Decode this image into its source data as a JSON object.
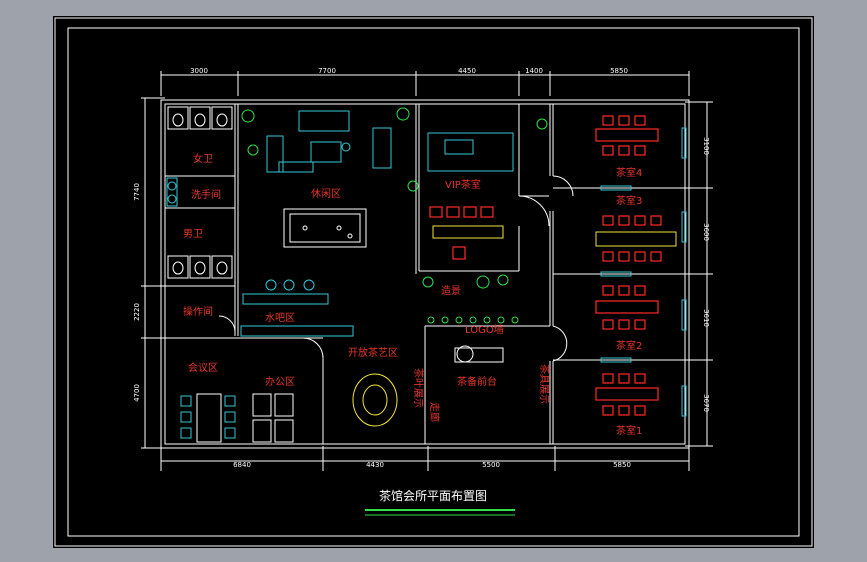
{
  "drawing": {
    "title": "茶馆会所平面布置图",
    "colors": {
      "background": "#000000",
      "frame": "#ffffff",
      "room_label": "#e8352c",
      "furniture_red": "#ff2a2a",
      "furniture_cyan": "#33c8d8",
      "plant_green": "#2ee04a",
      "title_underline": "#2ee04a"
    }
  },
  "dimensions": {
    "top": [
      "3000",
      "7700",
      "4450",
      "1400",
      "5850"
    ],
    "bottom": [
      "6840",
      "4430",
      "5500",
      "5850"
    ],
    "left": [
      "7740",
      "2220",
      "4700"
    ],
    "right": [
      "3100",
      "3600",
      "3610",
      "3670"
    ]
  },
  "rooms": {
    "female_wc": "女卫",
    "washroom": "洗手间",
    "male_wc": "男卫",
    "operation": "操作间",
    "leisure": "休闲区",
    "water_bar": "水吧区",
    "vip_tea": "VIP茶室",
    "open_tea_art": "开放茶艺区",
    "meeting": "会议区",
    "office": "办公区",
    "front_desk": "茶备前台",
    "tea_room_4": "茶室4",
    "tea_room_3": "茶室3",
    "tea_room_2": "茶室2",
    "tea_room_1": "茶室1",
    "logo": "LOGO墙",
    "rockery": "造景",
    "display_left": "茶叶展示",
    "display_right": "茶具展示",
    "corridor": "走廊"
  }
}
